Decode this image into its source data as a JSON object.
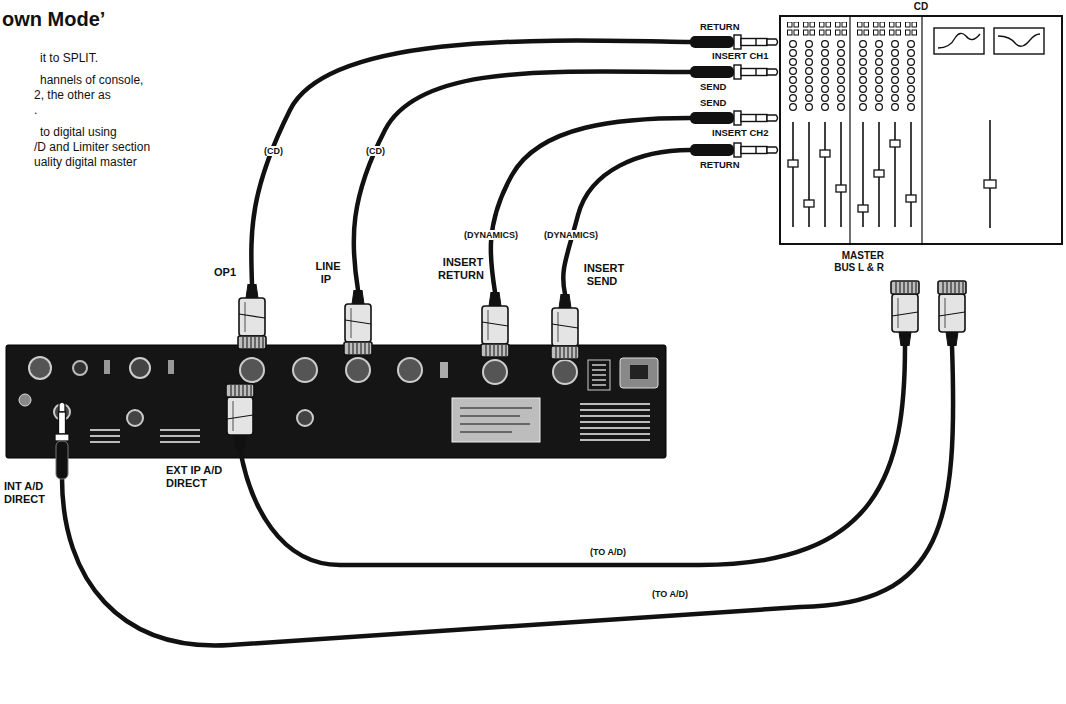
{
  "diagram": {
    "title": "own Mode’",
    "nodes": [
      {
        "text": [
          "CD"
        ]
      }
    ],
    "labels": [
      "it to SPLIT.",
      "hannels of console,",
      "2, the other as",
      ".",
      "to digital using",
      "/D and Limiter section",
      "uality digital master",
      "RETURN",
      "INSERT CH1",
      "SEND",
      "SEND",
      "INSERT CH2",
      "RETURN",
      "(CD)",
      "(CD)",
      "(DYNAMICS)",
      "(DYNAMICS)",
      "MASTER BUS L & R",
      "OP1",
      "LINE IP",
      "INSERT RETURN",
      "INSERT SEND",
      "INT A/D DIRECT",
      "EXT IP A/D DIRECT",
      "(TO A/D)",
      "(TO A/D)"
    ]
  }
}
